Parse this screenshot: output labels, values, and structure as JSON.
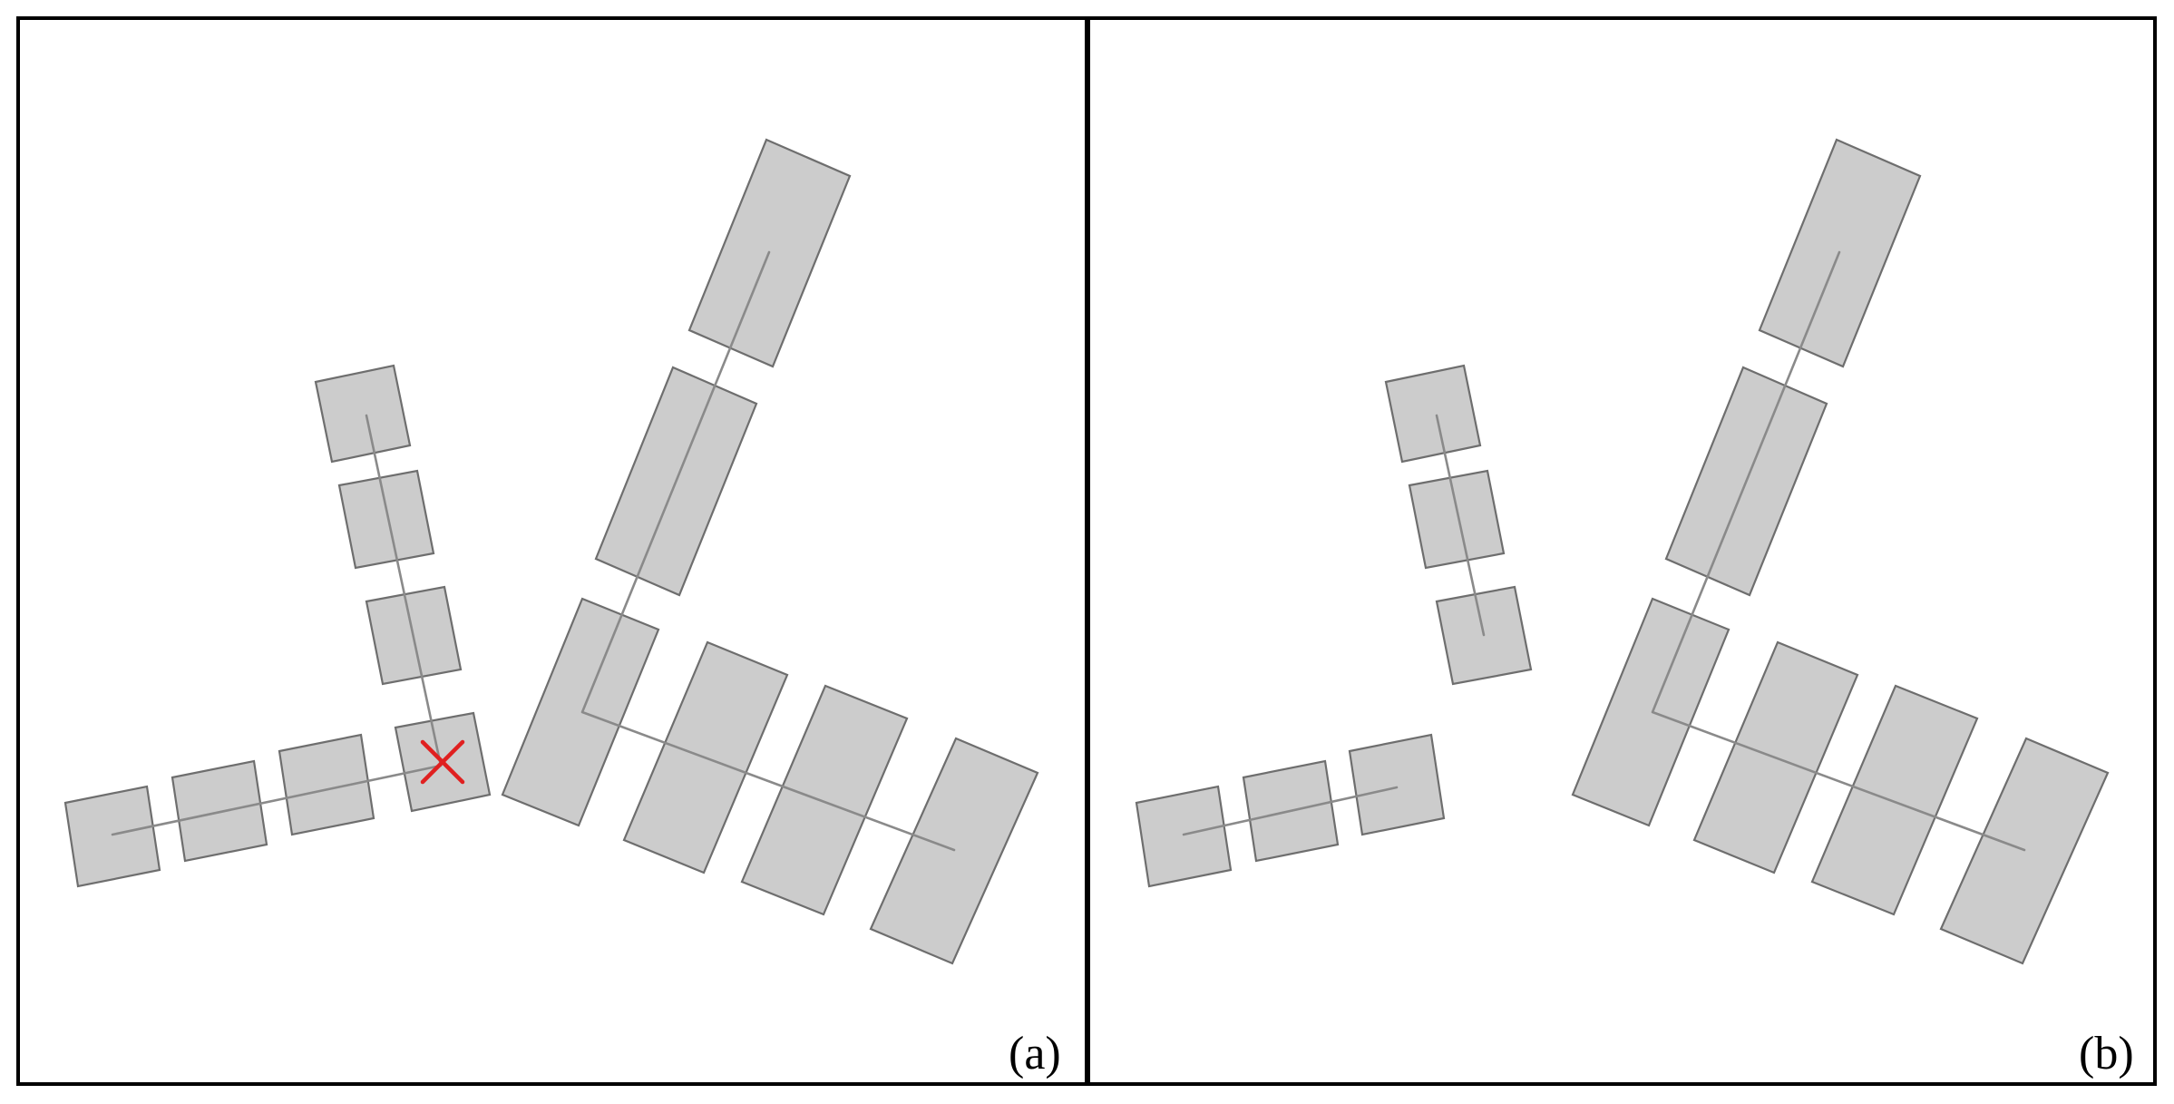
{
  "figure": {
    "panels": [
      {
        "id": "a",
        "label": "(a)",
        "has_marker": true
      },
      {
        "id": "b",
        "label": "(b)",
        "has_marker": false
      }
    ],
    "marker": {
      "icon": "red-x-icon",
      "color": "#e02020"
    },
    "colors": {
      "building_fill": "#cccccc",
      "building_stroke": "#6e6e6e",
      "skeleton": "#8a8a8a",
      "frame": "#000000"
    }
  }
}
